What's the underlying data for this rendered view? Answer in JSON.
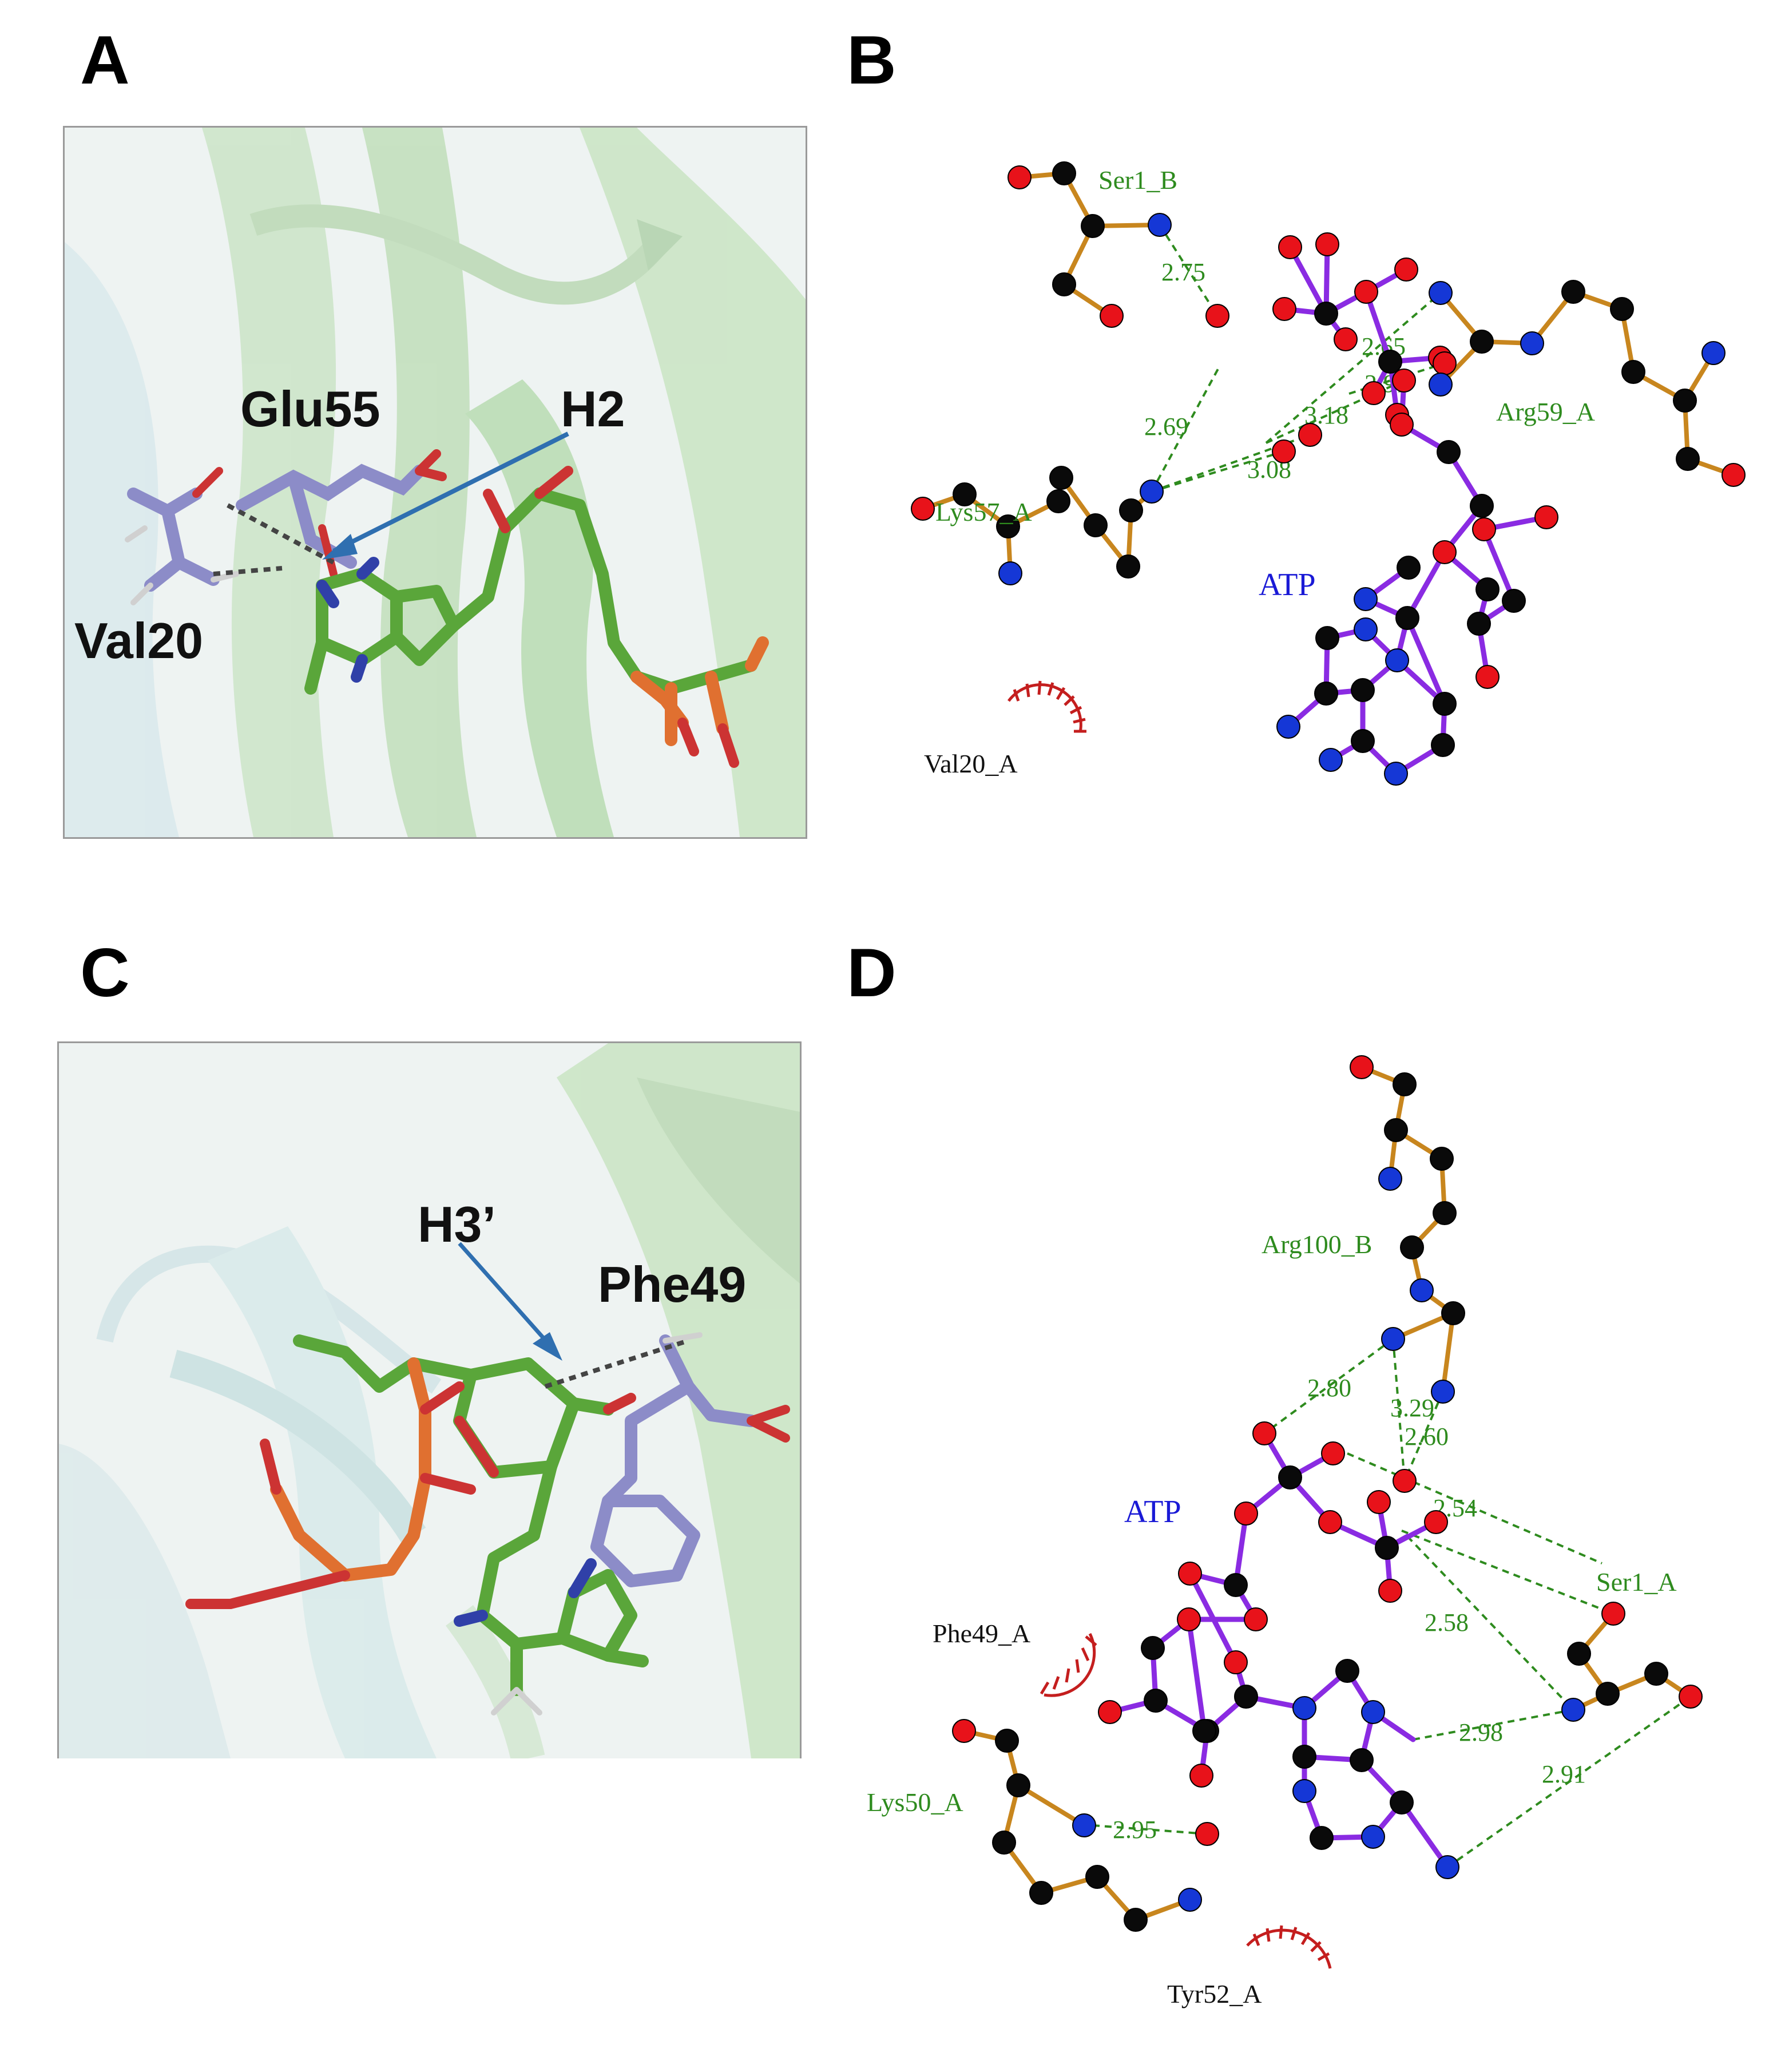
{
  "panels": {
    "a": {
      "letter": "A",
      "labels": {
        "glu": "Glu55",
        "h": "H2",
        "val": "Val20"
      }
    },
    "b": {
      "letter": "B",
      "residues": {
        "ser": "Ser1_B",
        "arg": "Arg59_A",
        "lys": "Lys57_A",
        "val": "Val20_A"
      },
      "ligand": "ATP",
      "distances": [
        "2.75",
        "2.65",
        "2.91",
        "2.69",
        "3.18",
        "3.08"
      ]
    },
    "c": {
      "letter": "C",
      "labels": {
        "h": "H3’",
        "phe": "Phe49"
      }
    },
    "d": {
      "letter": "D",
      "residues": {
        "arg": "Arg100_B",
        "ser": "Ser1_A",
        "phe": "Phe49_A",
        "lys": "Lys50_A",
        "tyr": "Tyr52_A"
      },
      "ligand": "ATP",
      "distances": [
        "2.80",
        "3.29",
        "2.60",
        "2.54",
        "2.58",
        "2.98",
        "2.91",
        "2.95"
      ]
    }
  },
  "colors": {
    "oxygen": "#e8121a",
    "nitrogen": "#1537d6",
    "carbon": "#0a0a0a",
    "ligand_bond": "#8a2be2",
    "residue_bond": "#c8861e",
    "hbond": "#2e8b1e",
    "hydrophobic": "#c41e1e",
    "arrow": "#2f6fb0"
  }
}
